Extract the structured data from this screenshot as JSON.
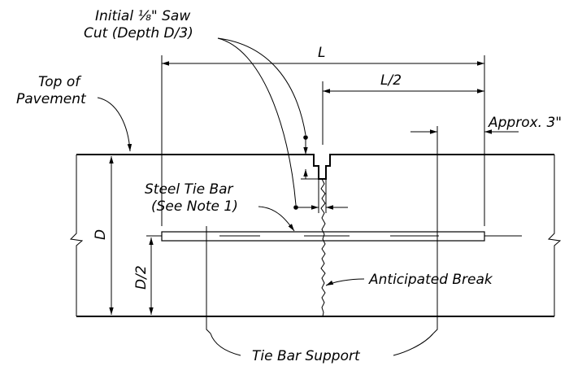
{
  "labels": {
    "saw_cut_line1": "Initial ⅛\" Saw",
    "saw_cut_line2": "Cut (Depth D/3)",
    "dim_L": "L",
    "dim_L_half": "L/2",
    "top_line1": "Top of",
    "top_line2": "Pavement",
    "approx": "Approx. 3\"",
    "tie_bar_line1": "Steel Tie Bar",
    "tie_bar_line2": "(See Note 1)",
    "dim_D": "D",
    "dim_D_half": "D/2",
    "break": "Anticipated Break",
    "support": "Tie Bar Support"
  }
}
